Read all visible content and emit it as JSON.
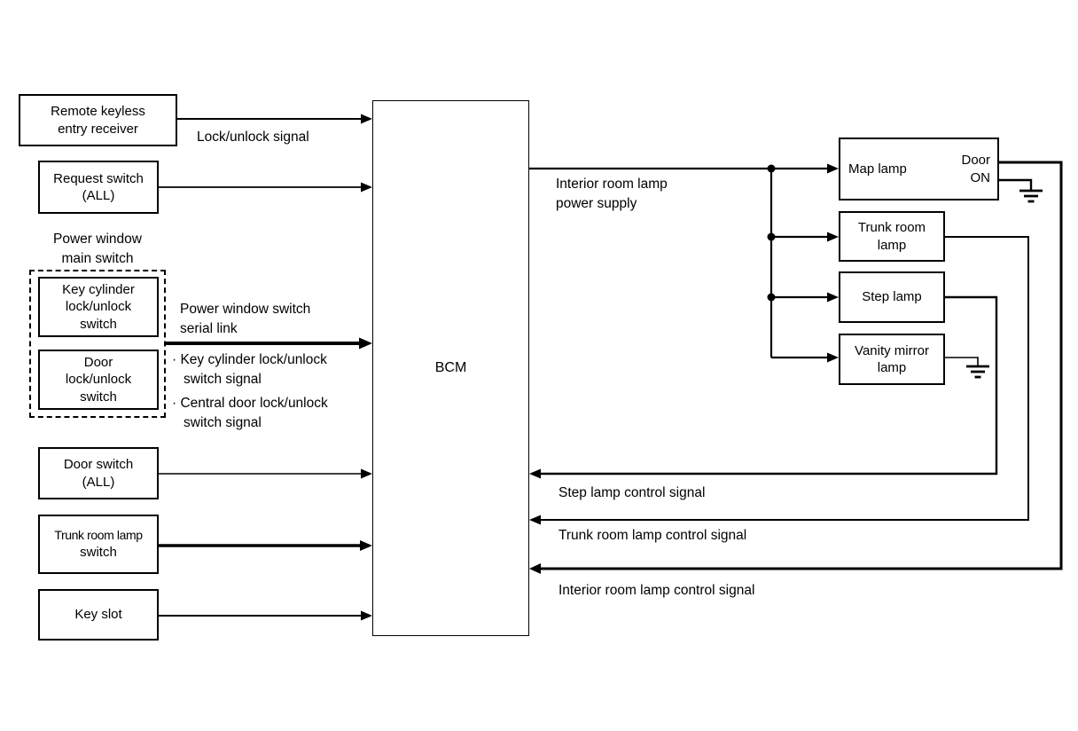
{
  "diagram": {
    "colors": {
      "line": "#000000",
      "background": "#ffffff"
    },
    "bcm": {
      "label": "BCM"
    },
    "left_nodes": {
      "remote_keyless": "Remote keyless\nentry receiver",
      "request_switch": "Request switch\n(ALL)",
      "power_window_main_switch": "Power window\nmain switch",
      "key_cylinder_switch": "Key cylinder\nlock/unlock\nswitch",
      "door_lock_switch": "Door\nlock/unlock\nswitch",
      "door_switch": "Door switch\n(ALL)",
      "trunk_room_lamp_switch": {
        "line1": "Trunk room lamp",
        "line2": "switch"
      },
      "key_slot": "Key slot"
    },
    "right_nodes": {
      "map_lamp": "Map lamp",
      "door_on": "Door\nON",
      "trunk_room_lamp": "Trunk room\nlamp",
      "step_lamp": "Step lamp",
      "vanity_mirror_lamp": "Vanity mirror\nlamp"
    },
    "signals": {
      "lock_unlock": "Lock/unlock signal",
      "serial_link": "Power window switch\nserial link",
      "key_cylinder_signal": "· Key cylinder lock/unlock\nswitch signal",
      "central_door_signal": "· Central door lock/unlock\nswitch signal",
      "power_supply": "Interior room lamp\npower supply",
      "step_control": "Step lamp control signal",
      "trunk_control": "Trunk room lamp control signal",
      "interior_control": "Interior room lamp control signal"
    }
  }
}
